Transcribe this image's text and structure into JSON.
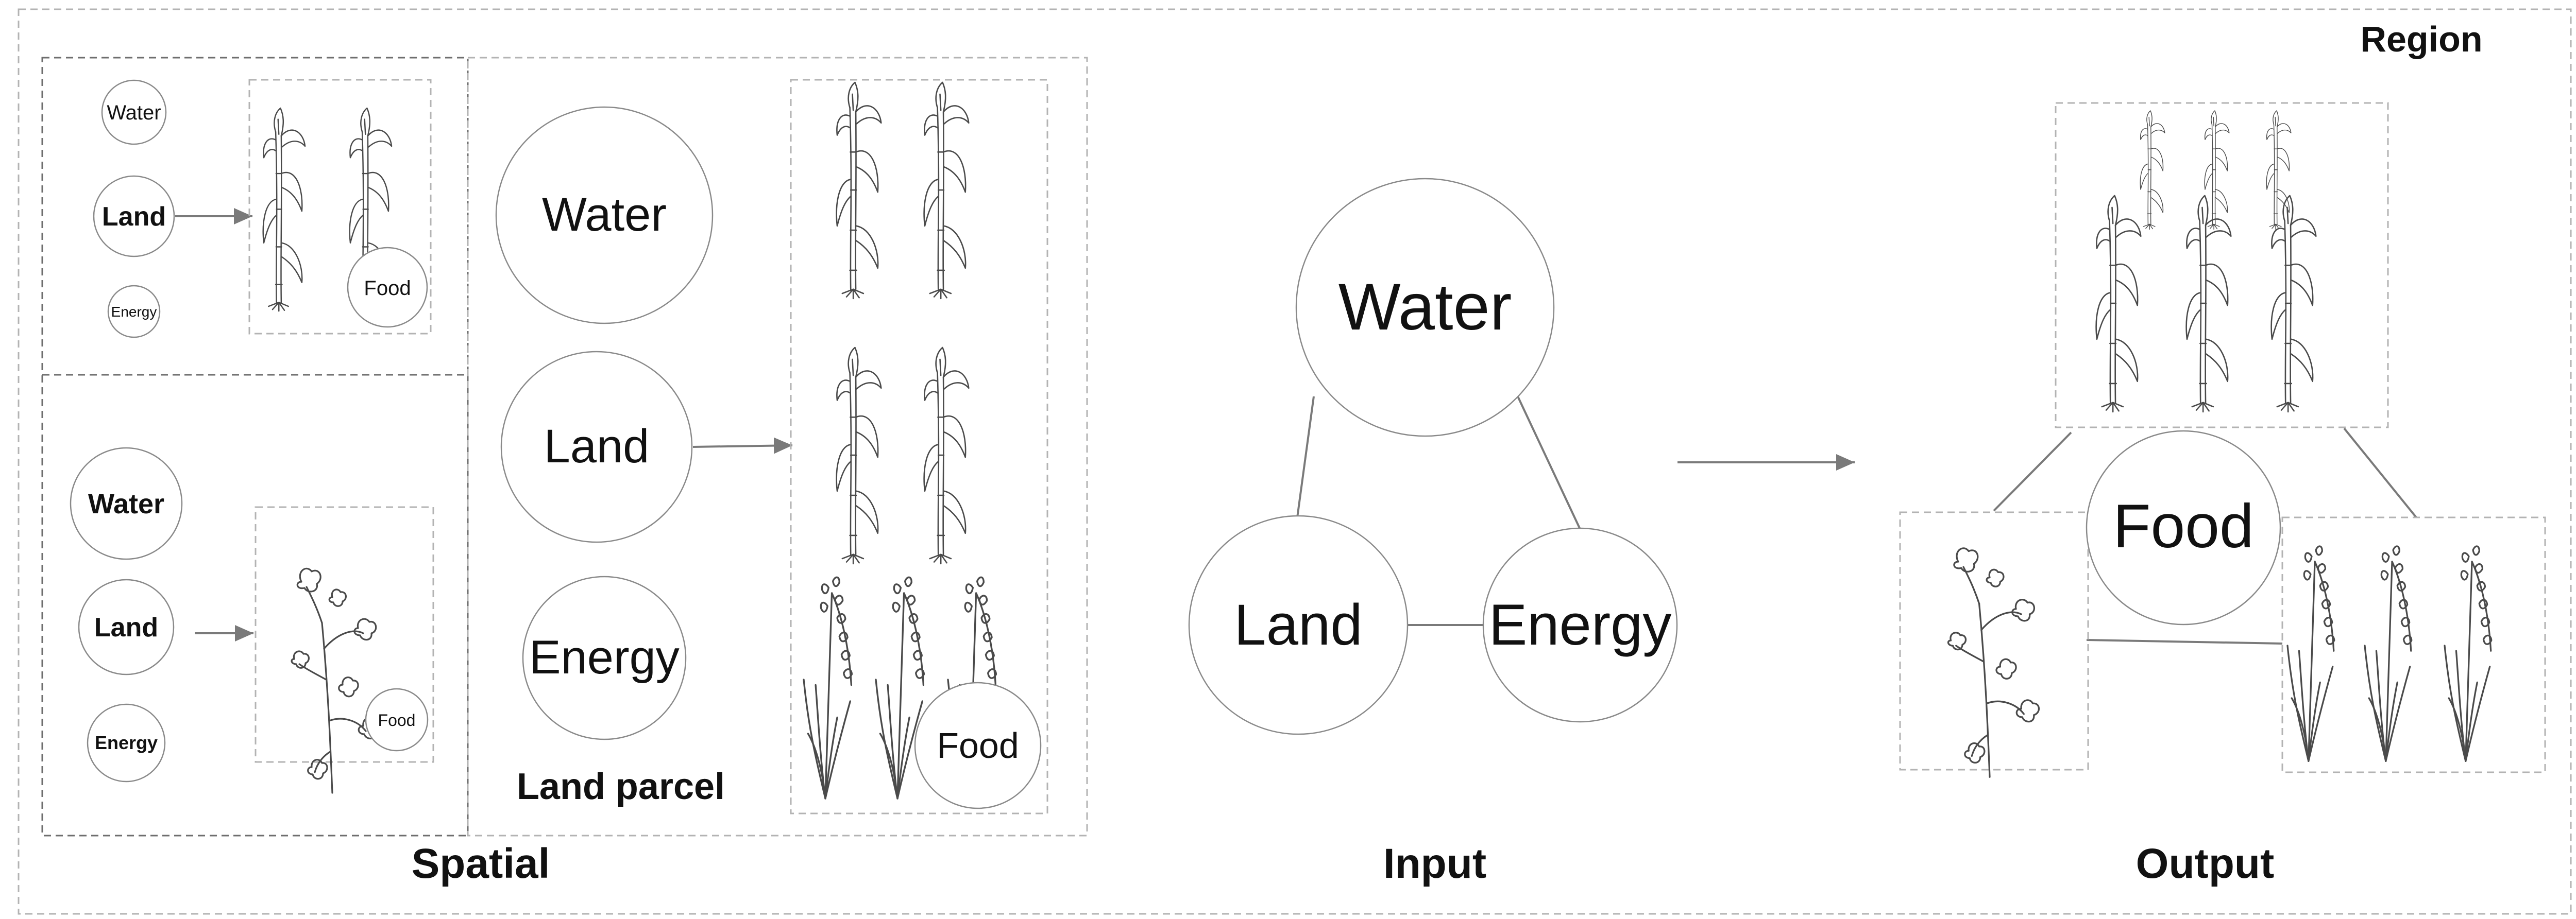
{
  "labels": {
    "region": "Region",
    "spatial": "Spatial",
    "input": "Input",
    "output": "Output",
    "land_parcel": "Land parcel"
  },
  "nodes": {
    "water": "Water",
    "land": "Land",
    "energy": "Energy",
    "food": "Food"
  }
}
